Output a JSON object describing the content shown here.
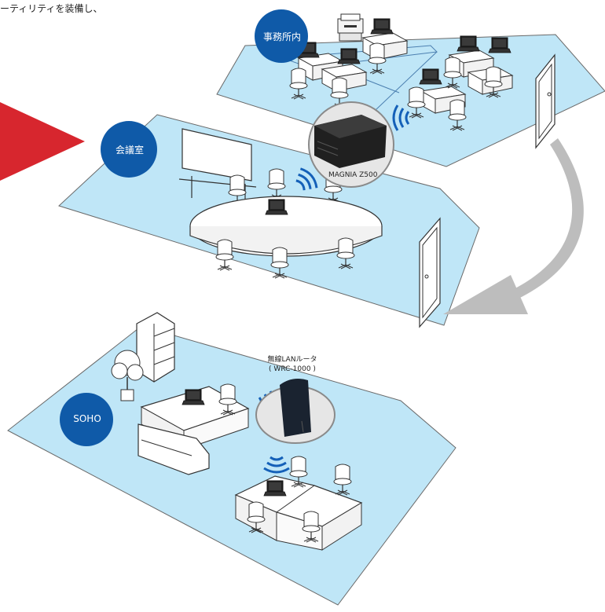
{
  "header_text": "ーティリティを装備し、",
  "rooms": {
    "office": "事務所内",
    "meeting": "会議室",
    "soho": "SOHO"
  },
  "devices": {
    "server": "MAGNIA Z500",
    "router_line1": "無線LANルータ",
    "router_line2": "( WRC-1000 )"
  },
  "colors": {
    "floor": "#bfe6f7",
    "floor_edge": "#6a6a6a",
    "room_badge": "#0f5aa8",
    "arrow_red": "#d7262e",
    "arrow_gray": "#bdbdbd",
    "wave": "#1460b8"
  }
}
